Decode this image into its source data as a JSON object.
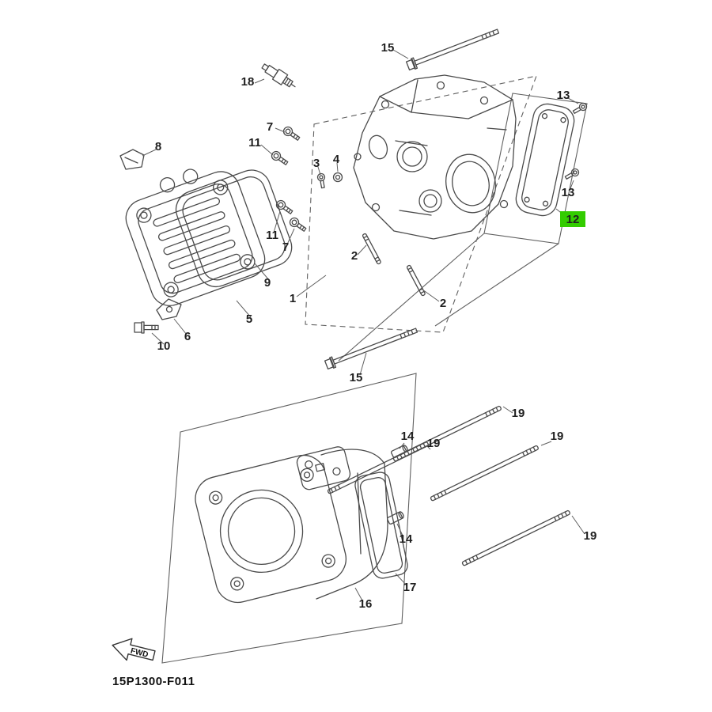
{
  "callouts": [
    {
      "label": "18"
    },
    {
      "label": "15"
    },
    {
      "label": "7"
    },
    {
      "label": "11"
    },
    {
      "label": "8"
    },
    {
      "label": "3"
    },
    {
      "label": "4"
    },
    {
      "label": "13"
    },
    {
      "label": "13"
    },
    {
      "label": "12",
      "highlighted": true
    },
    {
      "label": "11"
    },
    {
      "label": "7"
    },
    {
      "label": "9"
    },
    {
      "label": "1"
    },
    {
      "label": "2"
    },
    {
      "label": "2"
    },
    {
      "label": "5"
    },
    {
      "label": "6"
    },
    {
      "label": "10"
    },
    {
      "label": "15"
    },
    {
      "label": "19"
    },
    {
      "label": "14"
    },
    {
      "label": "19"
    },
    {
      "label": "19"
    },
    {
      "label": "14"
    },
    {
      "label": "19"
    },
    {
      "label": "17"
    },
    {
      "label": "16"
    }
  ],
  "footer": {
    "diagram_code": "15P1300-F011",
    "fwd_label": "FWD"
  },
  "colors": {
    "background": "#ffffff",
    "line": "#4a4a4a",
    "text": "#1f1f1f",
    "highlight": "#33cc00"
  }
}
